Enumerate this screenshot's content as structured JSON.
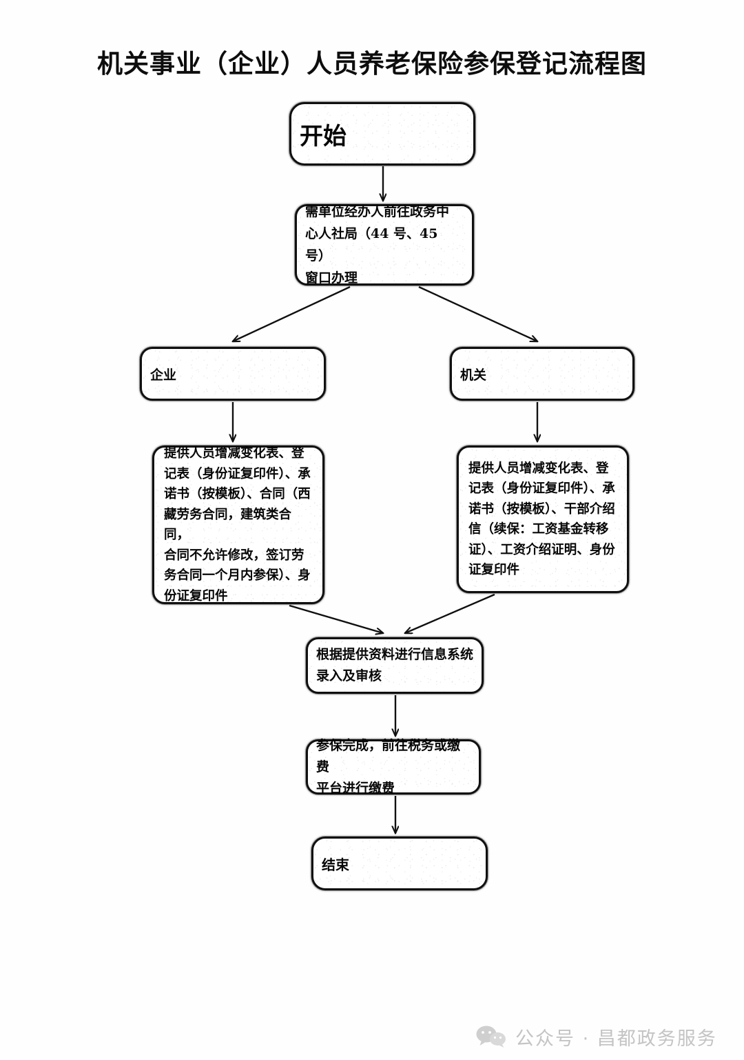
{
  "document": {
    "title": "机关事业（企业）人员养老保险参保登记流程图",
    "background_color": "#ffffff",
    "ink_color": "#0a0a0a"
  },
  "flowchart": {
    "type": "flowchart",
    "orientation": "top-to-bottom",
    "nodes": [
      {
        "id": "start",
        "label": "开始",
        "shape": "rounded-rectangle"
      },
      {
        "id": "window",
        "label": "需单位经办人前往政务中\n心人社局（44 号、45 号）\n窗口办理",
        "shape": "rounded-rectangle"
      },
      {
        "id": "enterprise",
        "label": "企业",
        "shape": "rounded-rectangle"
      },
      {
        "id": "agency",
        "label": "机关",
        "shape": "rounded-rectangle"
      },
      {
        "id": "docs_enterprise",
        "label": "提供人员增减变化表、登\n记表（身份证复印件）、承\n诺书（按模板）、合同（西\n藏劳务合同，建筑类合同，\n合同不允许修改，签订劳\n务合同一个月内参保）、身\n份证复印件",
        "shape": "rounded-rectangle"
      },
      {
        "id": "docs_agency",
        "label": "提供人员增减变化表、登\n记表（身份证复印件）、承\n诺书（按模板）、干部介绍\n信（续保：工资基金转移\n证）、工资介绍证明、身份\n证复印件",
        "shape": "rounded-rectangle"
      },
      {
        "id": "entry",
        "label": "根据提供资料进行信息系统\n录入及审核",
        "shape": "rounded-rectangle"
      },
      {
        "id": "pay",
        "label": "参保完成，前往税务或缴费\n平台进行缴费",
        "shape": "rounded-rectangle"
      },
      {
        "id": "end",
        "label": "结束",
        "shape": "rounded-rectangle"
      }
    ],
    "edges": [
      {
        "from": "start",
        "to": "window",
        "style": "straight-arrow"
      },
      {
        "from": "window",
        "to": "enterprise",
        "style": "diagonal-arrow"
      },
      {
        "from": "window",
        "to": "agency",
        "style": "diagonal-arrow"
      },
      {
        "from": "enterprise",
        "to": "docs_enterprise",
        "style": "straight-arrow"
      },
      {
        "from": "agency",
        "to": "docs_agency",
        "style": "straight-arrow"
      },
      {
        "from": "docs_enterprise",
        "to": "entry",
        "style": "diagonal-arrow"
      },
      {
        "from": "docs_agency",
        "to": "entry",
        "style": "diagonal-arrow"
      },
      {
        "from": "entry",
        "to": "pay",
        "style": "straight-arrow"
      },
      {
        "from": "pay",
        "to": "end",
        "style": "straight-arrow"
      }
    ]
  },
  "footer": {
    "icon": "wechat-icon",
    "text": "公众号 · 昌都政务服务",
    "color": "#c4c4c4"
  }
}
